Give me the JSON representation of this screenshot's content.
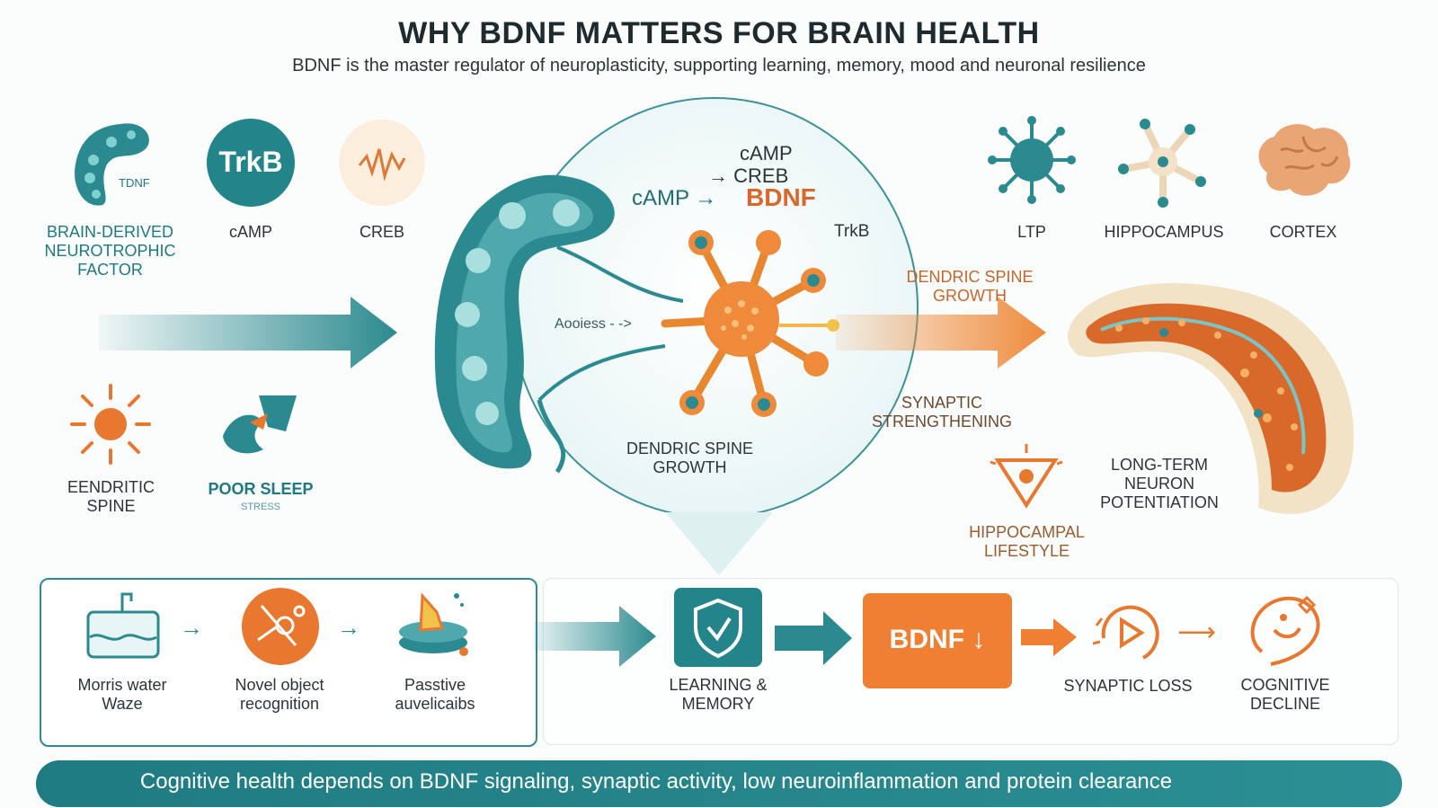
{
  "header": {
    "title": "WHY BDNF MATTERS FOR BRAIN HEALTH",
    "subtitle": "BDNF is the master regulator of neuroplasticity, supporting learning, memory, mood and neuronal resilience"
  },
  "left_icons": {
    "bdnf_icon_text": "TDNF",
    "bdnf_label": "BRAIN-DERIVED NEUROTROPHIC FACTOR",
    "trkb_icon_text": "TrkB",
    "camp_label": "cAMP",
    "creb_label": "CREB",
    "spine_label": "EENDRITIC SPINE",
    "sleep_label": "POOR SLEEP",
    "sleep_sub": "STRESS"
  },
  "center": {
    "camp_top": "cAMP",
    "creb_top": "CREB",
    "camp_mid": "cAMP",
    "bdnf": "BDNF",
    "trkb": "TrkB",
    "aooiess": "Aooiess",
    "dendric_growth": "DENDRIC SPINE GROWTH"
  },
  "right_icons": {
    "ltp": "LTP",
    "hippocampus": "HIPPOCAMPUS",
    "cortex": "CORTEX",
    "dendric_spine_growth": "DENDRIC SPINE GROWTH",
    "synaptic_strengthening": "SYNAPTIC STRENGTHENING",
    "hippocampal_lifestyle": "HIPPOCAMPAL LIFESTYLE",
    "long_term": "LONG-TERM NEURON POTENTIATION"
  },
  "tests": {
    "items": [
      {
        "label": "Morris water Waze"
      },
      {
        "label": "Novel object recognition"
      },
      {
        "label": "Passtive auvelicaibs"
      }
    ]
  },
  "pathway": {
    "learning": "LEARNING & MEMORY",
    "bdnf_down": "BDNF ↓",
    "synaptic_loss": "SYNAPTIC LOSS",
    "cognitive_decline": "COGNITIVE DECLINE"
  },
  "footer": {
    "text": "Cognitive health depends on BDNF signaling, synaptic activity, low neuroinflammation and protein clearance"
  },
  "colors": {
    "teal": "#1e7a80",
    "orange": "#e8782f",
    "dark": "#1f2a2e"
  }
}
